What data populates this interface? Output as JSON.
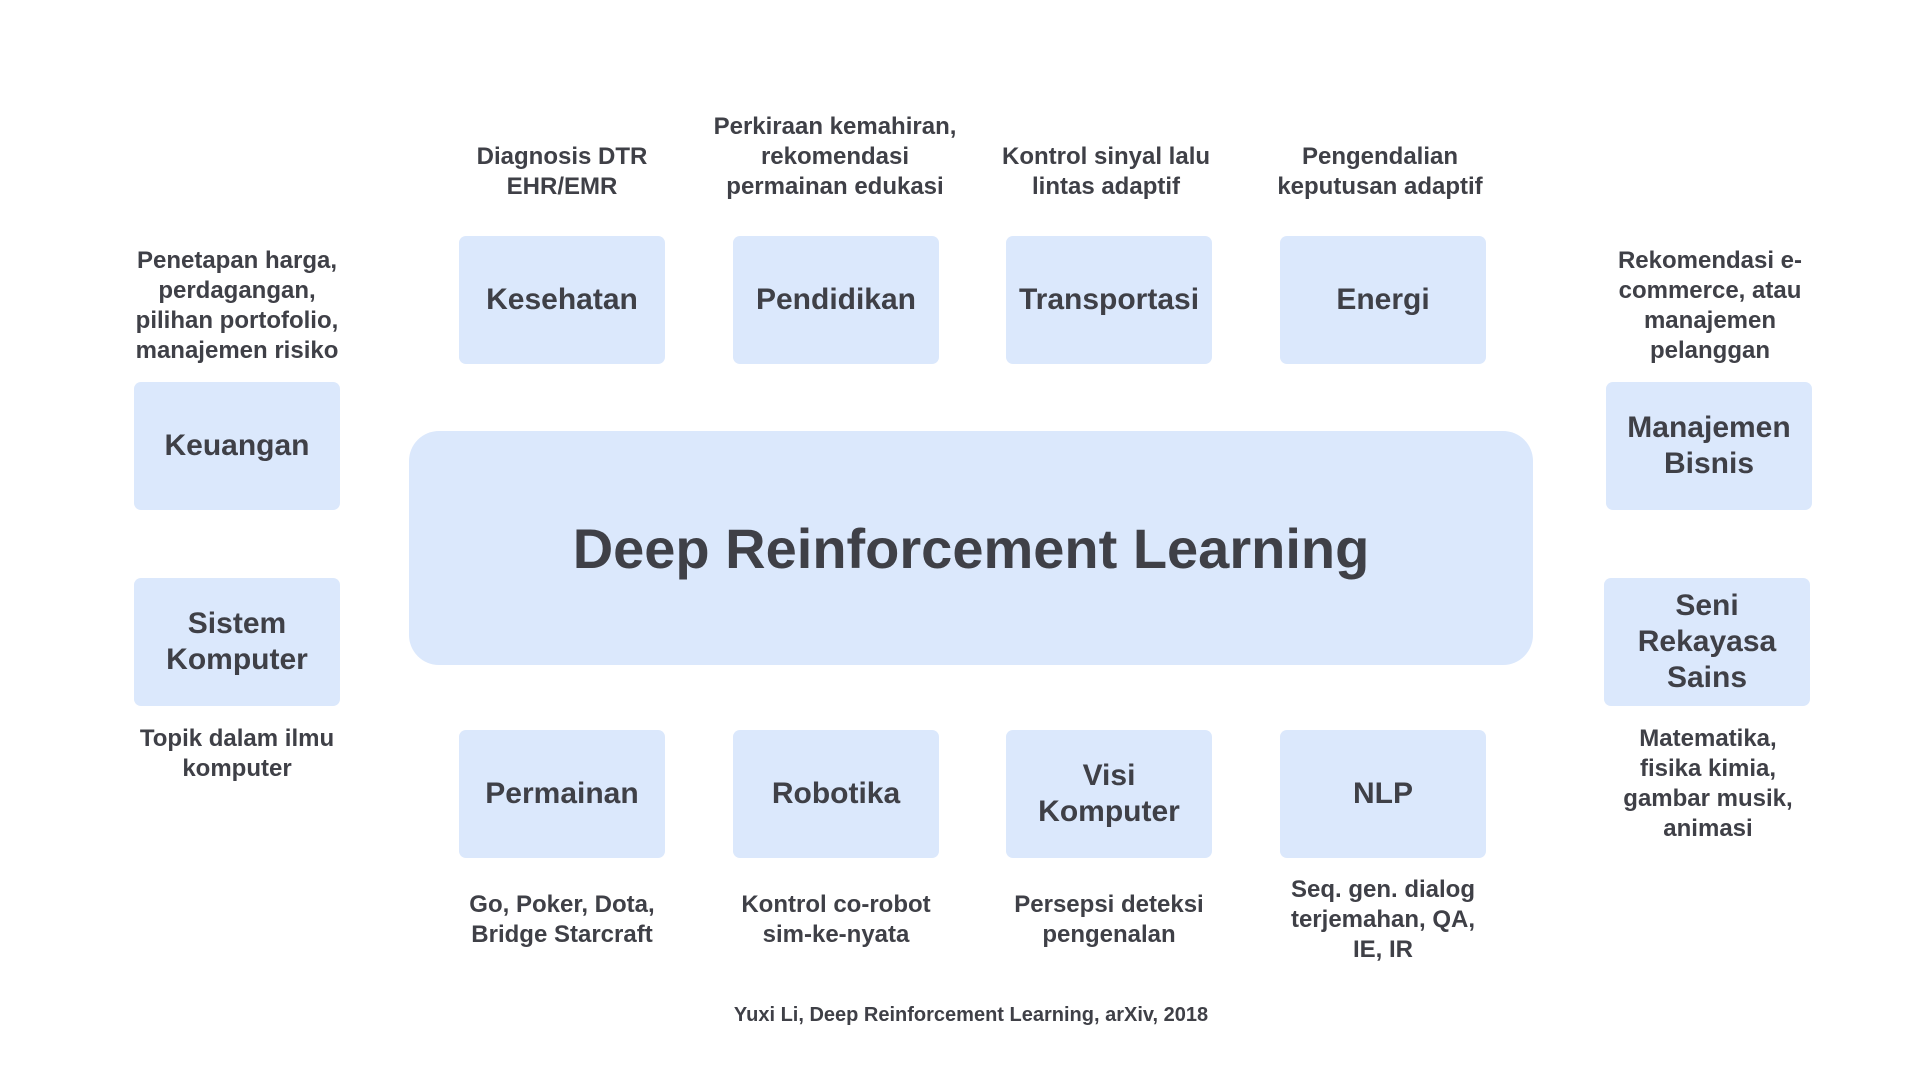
{
  "center": {
    "title": "Deep Reinforcement Learning"
  },
  "top": [
    {
      "label": "Kesehatan",
      "desc": "Diagnosis DTR\nEHR/EMR"
    },
    {
      "label": "Pendidikan",
      "desc": "Perkiraan kemahiran,\nrekomendasi\npermainan edukasi"
    },
    {
      "label": "Transportasi",
      "desc": "Kontrol sinyal lalu\nlintas adaptif"
    },
    {
      "label": "Energi",
      "desc": "Pengendalian\nkeputusan adaptif"
    }
  ],
  "bottom": [
    {
      "label": "Permainan",
      "desc": "Go, Poker, Dota,\nBridge Starcraft"
    },
    {
      "label": "Robotika",
      "desc": "Kontrol co-robot\nsim-ke-nyata"
    },
    {
      "label": "Visi\nKomputer",
      "desc": "Persepsi deteksi\npengenalan"
    },
    {
      "label": "NLP",
      "desc": "Seq. gen. dialog\nterjemahan, QA,\nIE, IR"
    }
  ],
  "left": [
    {
      "label": "Keuangan",
      "desc": "Penetapan harga,\nperdagangan,\npilihan portofolio,\nmanajemen risiko"
    },
    {
      "label": "Sistem\nKomputer",
      "desc": "Topik dalam ilmu\nkomputer"
    }
  ],
  "right": [
    {
      "label": "Manajemen\nBisnis",
      "desc": "Rekomendasi e-\ncommerce, atau\nmanajemen\npelanggan"
    },
    {
      "label": "Seni\nRekayasa\nSains",
      "desc": "Matematika,\nfisika kimia,\ngambar musik,\nanimasi"
    }
  ],
  "citation": "Yuxi Li, Deep Reinforcement Learning, arXiv, 2018"
}
